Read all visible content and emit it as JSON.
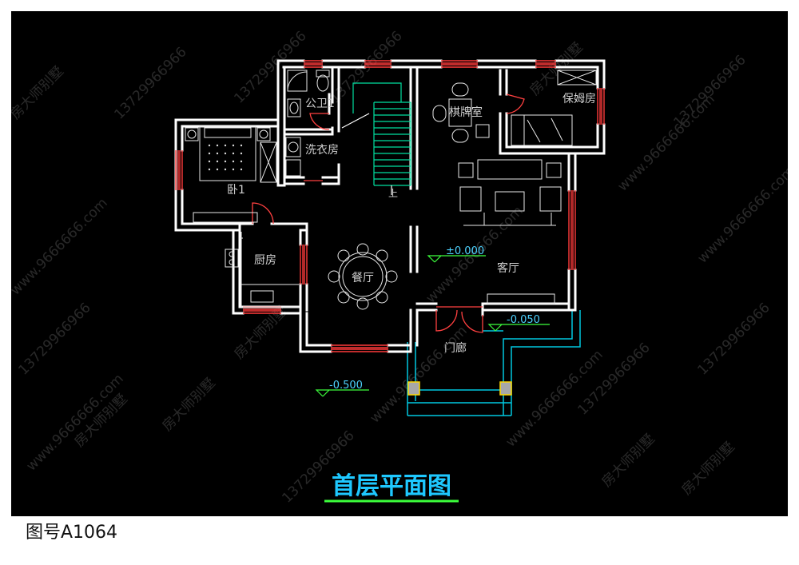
{
  "title": "首层平面图",
  "drawing_number": "图号A1064",
  "rooms": {
    "public_bath": "公卫1",
    "laundry": "洗衣房",
    "chess_room": "棋牌室",
    "maid_room": "保姆房",
    "bedroom": "卧1",
    "kitchen": "厨房",
    "dining": "餐厅",
    "living": "客厅",
    "porch": "门廊"
  },
  "stair_label": "上",
  "elevations": {
    "main": "±0.000",
    "porch": "-0.050",
    "exterior": "-0.500"
  },
  "watermarks": {
    "brand": "房大师别墅",
    "phone": "13729966966",
    "site": "www.9666666.com"
  },
  "colors": {
    "background": "#000000",
    "walls": "#ffffff",
    "windows": "#ff3b3b",
    "doors": "#ff4040",
    "stairs": "#00e0a0",
    "labels": "#d0d0d0",
    "title": "#1ec8ff",
    "title_underline": "#3cff3c",
    "elevation": "#4dd2ff",
    "porch_lines": "#00c8e0",
    "watermark": "#ffffff"
  }
}
